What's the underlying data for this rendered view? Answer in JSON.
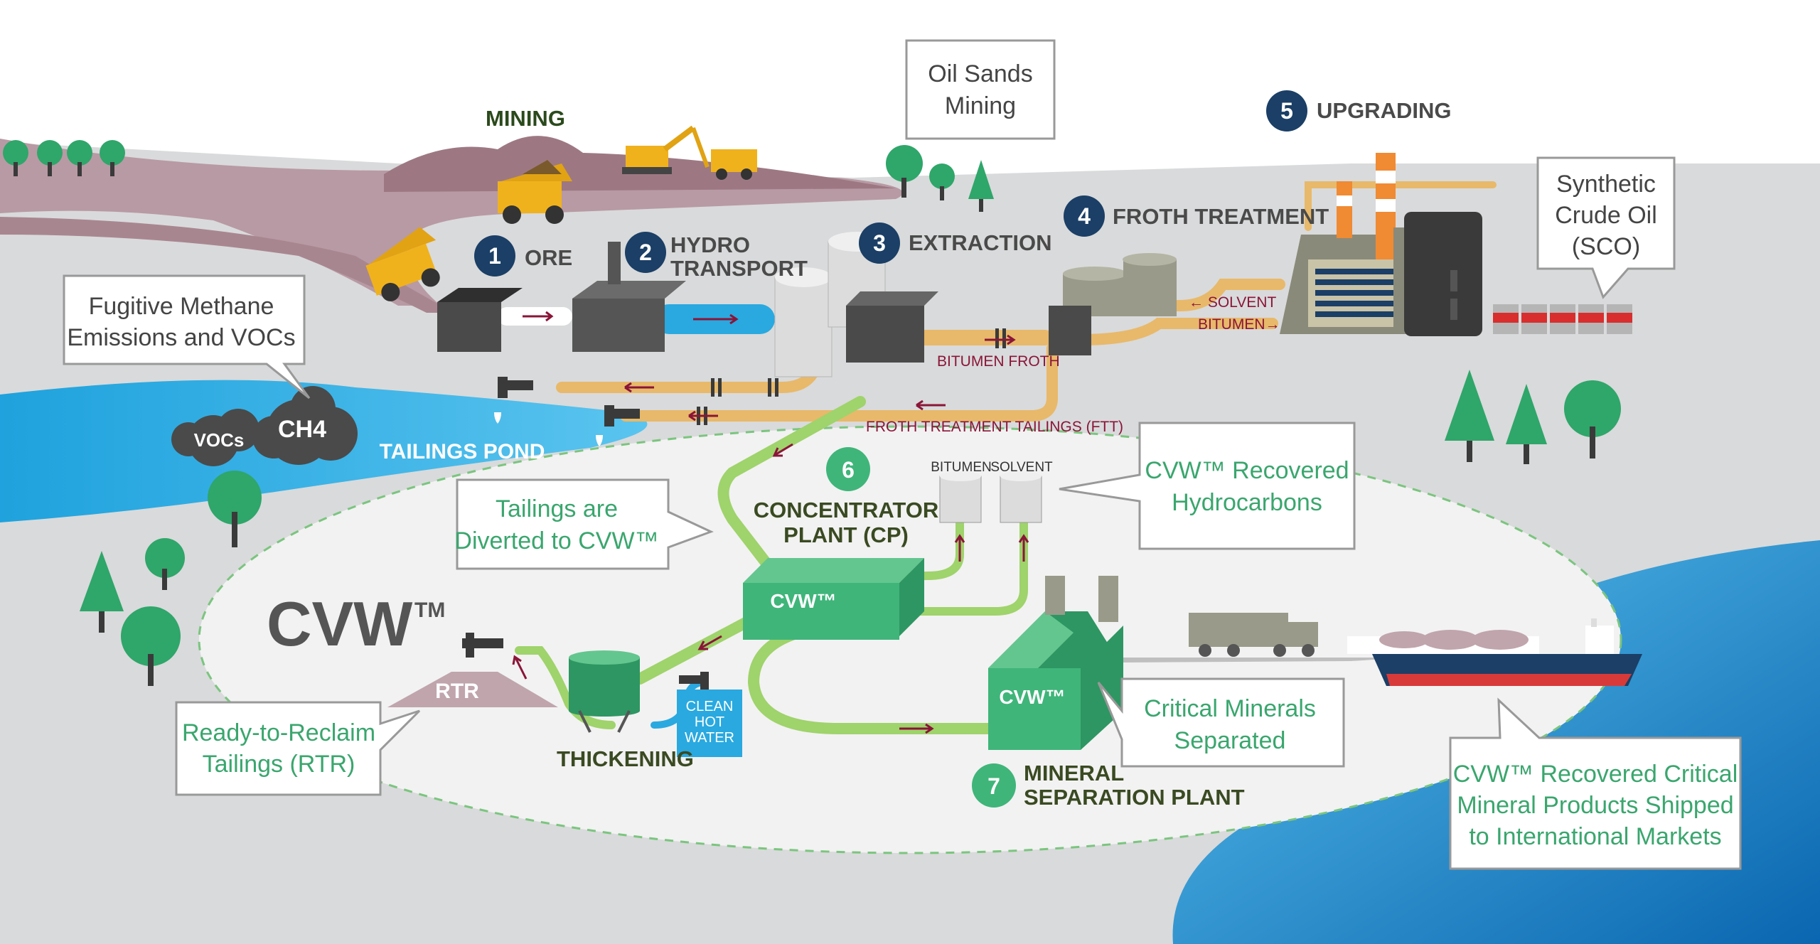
{
  "palette": {
    "ground": "#d9dadb",
    "mine_dark": "#9c7782",
    "mine_light": "#c0a5ad",
    "water": "#29a9e0",
    "water_dark": "#0d73b8",
    "pipe": "#e8b96a",
    "cvw_green": "#3fb57a",
    "cvw_pipe": "#9fd36b",
    "navy": "#1b3f66",
    "label_red": "#8a1538",
    "text_dark": "#333333",
    "text_green": "#3aa66e",
    "tree": "#2fa66a",
    "mining_green": "#2b4a1c"
  },
  "labels": {
    "mining": "MINING",
    "ore": "ORE",
    "hydro_transport": [
      "HYDRO",
      "TRANSPORT"
    ],
    "extraction": "EXTRACTION",
    "froth_treatment": "FROTH TREATMENT",
    "upgrading": "UPGRADING",
    "concentrator_plant": [
      "CONCENTRATOR",
      "PLANT (CP)"
    ],
    "mineral_separation_plant": [
      "MINERAL",
      "SEPARATION PLANT"
    ],
    "tailings_pond": "TAILINGS POND",
    "thickening": "THICKENING",
    "bitumen_froth": "BITUMEN FROTH",
    "ftt": "FROTH TREATMENT TAILINGS (FTT)",
    "solvent_arrow": "← SOLVENT",
    "bitumen_arrow": "BITUMEN→",
    "bitumen_tank": "BITUMEN",
    "solvent_tank": "SOLVENT",
    "clean_hot_water": [
      "CLEAN",
      "HOT",
      "WATER"
    ],
    "rtr": "RTR",
    "vocs": "VOCs",
    "ch4": "CH4",
    "cvw_logo": "CVW",
    "cvw_tm": "TM",
    "cvw_plant": "CVW™"
  },
  "steps": [
    {
      "n": "1",
      "label": "ORE"
    },
    {
      "n": "2",
      "label": "HYDRO TRANSPORT"
    },
    {
      "n": "3",
      "label": "EXTRACTION"
    },
    {
      "n": "4",
      "label": "FROTH TREATMENT"
    },
    {
      "n": "5",
      "label": "UPGRADING"
    },
    {
      "n": "6",
      "label": "CONCENTRATOR PLANT (CP)"
    },
    {
      "n": "7",
      "label": "MINERAL SEPARATION PLANT"
    }
  ],
  "callouts": {
    "oil_sands_mining": [
      "Oil Sands",
      "Mining"
    ],
    "fugitive_methane": [
      "Fugitive Methane",
      "Emissions and VOCs"
    ],
    "synthetic_crude": [
      "Synthetic",
      "Crude Oil",
      "(SCO)"
    ],
    "tailings_diverted": [
      "Tailings are",
      "Diverted to CVW™"
    ],
    "recovered_hydrocarbons": [
      "CVW™ Recovered",
      "Hydrocarbons"
    ],
    "critical_minerals": [
      "Critical Minerals",
      "Separated"
    ],
    "rtr_full": [
      "Ready-to-Reclaim",
      "Tailings (RTR)"
    ],
    "shipped": [
      "CVW™ Recovered Critical",
      "Mineral Products Shipped",
      "to International Markets"
    ]
  }
}
